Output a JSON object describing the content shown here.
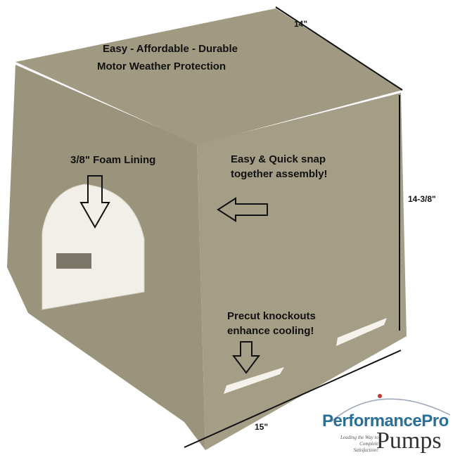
{
  "headline": {
    "line1": "Easy - Affordable - Durable",
    "line2": "Motor Weather Protection"
  },
  "callouts": {
    "foam": "3/8\" Foam Lining",
    "snap_line1": "Easy & Quick snap",
    "snap_line2": "together assembly!",
    "knock_line1": "Precut knockouts",
    "knock_line2": "enhance cooling!"
  },
  "dimensions": {
    "depth": "14\"",
    "height": "14-3/8\"",
    "width": "15\""
  },
  "logo": {
    "brand": "PerformancePro",
    "product": "Pumps",
    "tagline": "Leading the Way to Complete Satisfaction!"
  },
  "colors": {
    "housing": "#a49c84",
    "housing_dark": "#8e8770",
    "lid": "#9f9880",
    "foam": "#f2f0ea",
    "brand_blue": "#2a6f96"
  }
}
